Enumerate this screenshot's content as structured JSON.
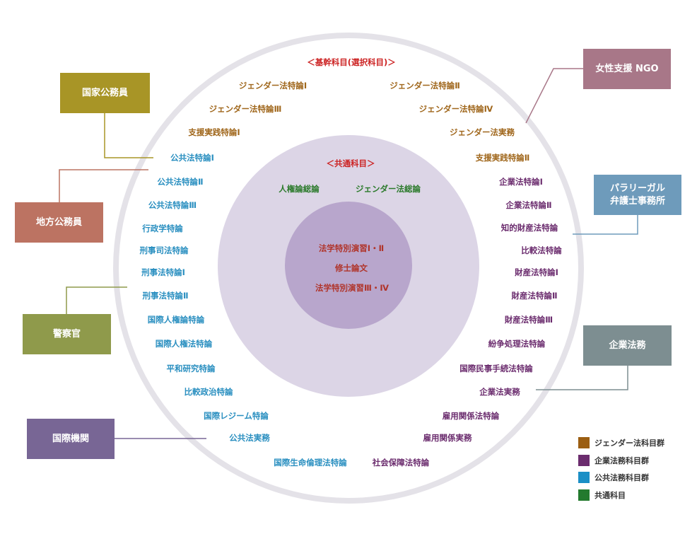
{
  "headings": {
    "elective": "＜基幹科目(選択科目)＞",
    "common": "＜共通科目＞"
  },
  "core_subjects": [
    "法学特別演習Ⅰ・Ⅱ",
    "修士論文",
    "法学特別演習Ⅲ・Ⅳ"
  ],
  "common_subjects": [
    "人権論総論",
    "ジェンダー法総論"
  ],
  "gender_subjects": [
    "ジェンダー法特論Ⅰ",
    "ジェンダー法特論Ⅱ",
    "ジェンダー法特論Ⅲ",
    "ジェンダー法特論Ⅳ",
    "支援実践特論Ⅰ",
    "ジェンダー法実務",
    "支援実践特論Ⅱ"
  ],
  "corporate_subjects": [
    "企業法特論Ⅰ",
    "企業法特論Ⅱ",
    "知的財産法特論",
    "比較法特論",
    "財産法特論Ⅰ",
    "財産法特論Ⅱ",
    "財産法特論Ⅲ",
    "紛争処理法特論",
    "国際民事手続法特論",
    "企業法実務",
    "雇用関係法特論",
    "雇用関係実務",
    "社会保障法特論"
  ],
  "public_subjects": [
    "公共法特論Ⅰ",
    "公共法特論Ⅱ",
    "公共法特論Ⅲ",
    "行政学特論",
    "刑事司法特論",
    "刑事法特論Ⅰ",
    "刑事法特論Ⅱ",
    "国際人権論特論",
    "国際人権法特論",
    "平和研究特論",
    "比較政治特論",
    "国際レジーム特論",
    "公共法実務",
    "国際生命倫理法特論"
  ],
  "careers": [
    {
      "label": "国家公務員",
      "color": "#a89526"
    },
    {
      "label": "地方公務員",
      "color": "#bc7362"
    },
    {
      "label": "警察官",
      "color": "#8f9a4b"
    },
    {
      "label": "国際機関",
      "color": "#786695"
    },
    {
      "label": "女性支援 NGO",
      "color": "#a87788"
    },
    {
      "label": "パラリーガル\n弁護士事務所",
      "color": "#6e9bbb"
    },
    {
      "label": "企業法務",
      "color": "#7d8e91"
    }
  ],
  "legend": [
    {
      "label": "ジェンダー法科目群",
      "color": "#9b5e12"
    },
    {
      "label": "企業法務科目群",
      "color": "#6b2c6e"
    },
    {
      "label": "公共法務科目群",
      "color": "#1b8fc6"
    },
    {
      "label": "共通科目",
      "color": "#237a2e"
    }
  ],
  "colors": {
    "outer_ring": "#e4e2e8",
    "middle_circle": "#dcd5e6",
    "inner_circle": "#b8a6cc",
    "heading_text": "#cc2222",
    "core_text": "#b0342a",
    "gender_text": "#a0671c",
    "corporate_text": "#6b2c6e",
    "public_text": "#2a8fc0",
    "common_text": "#2b7a2b"
  }
}
